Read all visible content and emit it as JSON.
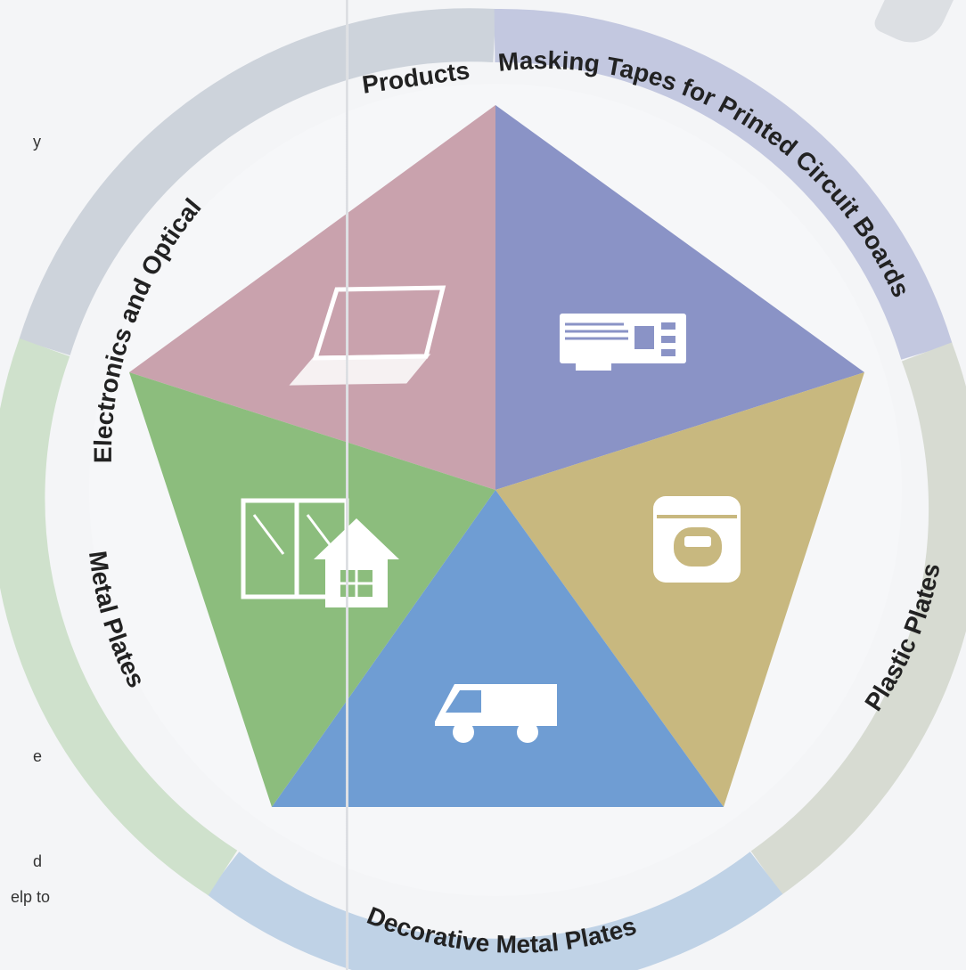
{
  "diagram": {
    "ring_labels": {
      "products": "Products",
      "electronics_optical": "Electronics and Optical",
      "masking_tapes": "Masking Tapes for Printed Circuit Boards",
      "plastic_plates": "Plastic Plates",
      "decorative_metal_plates": "Decorative Metal Plates",
      "metal_plates": "Metal Plates"
    },
    "sections": [
      {
        "key": "electronics_optical",
        "color": "#c9a2ad",
        "icon": "laptop-icon"
      },
      {
        "key": "masking_tapes",
        "color": "#8a93c6",
        "icon": "circuit-board-icon"
      },
      {
        "key": "plastic_plates",
        "color": "#c8b87f",
        "icon": "rice-cooker-icon"
      },
      {
        "key": "decorative_metal_plates",
        "color": "#6f9dd3",
        "icon": "van-icon"
      },
      {
        "key": "metal_plates",
        "color": "#8cbd7d",
        "icon": "house-window-icon"
      }
    ],
    "ring_colors": {
      "electronics_optical": "#cdd3db",
      "masking_tapes": "#c3c8e0",
      "plastic_plates": "#d7dbd2",
      "decorative_metal_plates": "#bfd2e6",
      "metal_plates": "#cfe1cc"
    }
  },
  "side_text": {
    "line1": "y",
    "line2": "e",
    "line3": "d",
    "line4": "elp to"
  }
}
